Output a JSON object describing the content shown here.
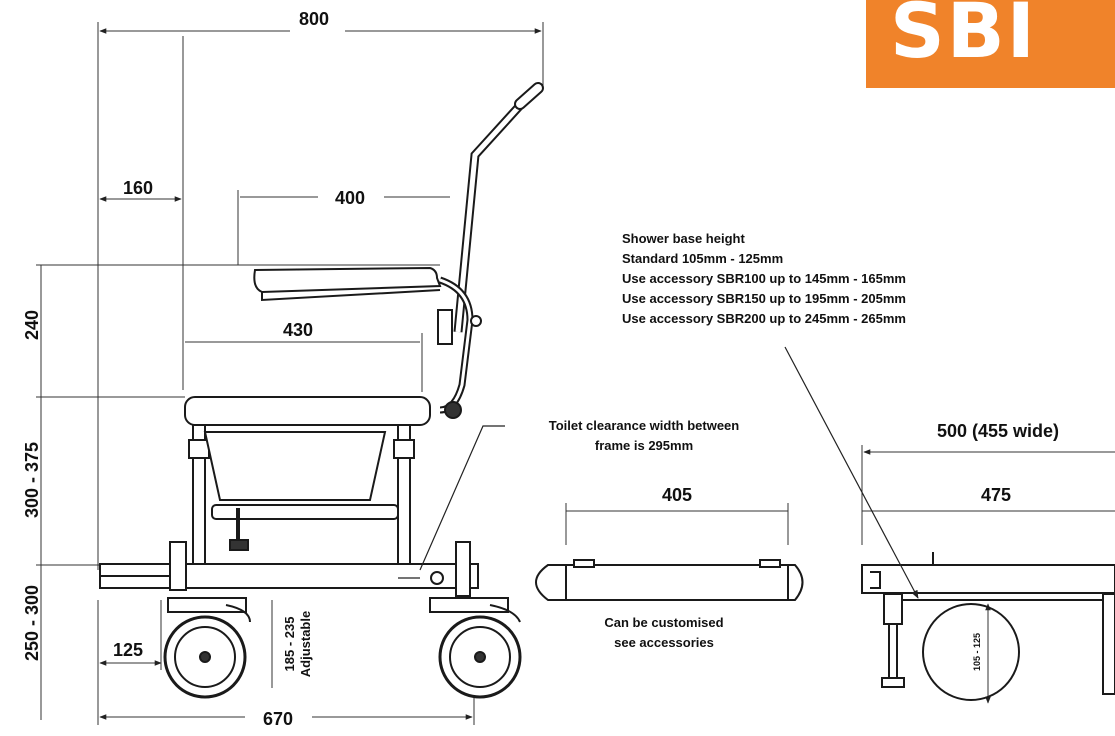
{
  "brand": {
    "logo_text": "SBI",
    "color": "#f0832a"
  },
  "dimensions": {
    "overall_width": "800",
    "rear_to_seat": "160",
    "armrest_length": "400",
    "seat_depth": "430",
    "backrest_height": "240",
    "seat_height_range": "300 - 375",
    "frame_height_range": "250 - 300",
    "footrest_offset": "125",
    "wheelbase": "670",
    "adjustable_clearance": "185 - 235",
    "adjustable_label": "Adjustable",
    "front_frame_width": "405",
    "overall_side_width": "500 (455 wide)",
    "inner_side_width": "475",
    "base_height_small": "105 - 125"
  },
  "notes": {
    "shower_base": [
      "Shower base height",
      "Standard 105mm - 125mm",
      "Use accessory SBR100 up to 145mm - 165mm",
      "Use accessory SBR150 up to 195mm - 205mm",
      "Use accessory SBR200 up to 245mm - 265mm"
    ],
    "toilet_clearance": [
      "Toilet clearance width between",
      "frame is 295mm"
    ],
    "customised": [
      "Can be customised",
      "see accessories"
    ]
  }
}
